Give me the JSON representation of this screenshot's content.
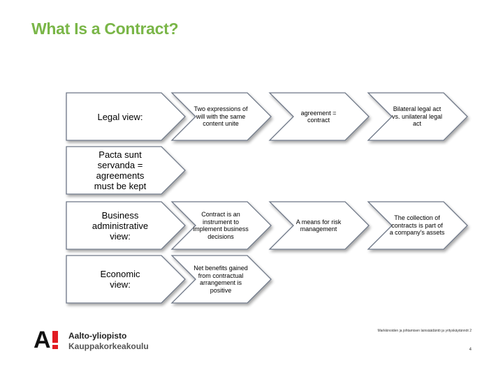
{
  "slide": {
    "title": "What Is a Contract?",
    "footer_note": "Markkinoiden ja johtamisen lainsäädäntö ja yrityskäytännöt 2",
    "page_number": "4",
    "logo": {
      "line1": "Aalto-yliopisto",
      "line2": "Kauppakorkeakoulu",
      "mark": "A!"
    }
  },
  "diagram": {
    "rows": [
      {
        "head": "Legal view:",
        "items": [
          "Two expressions of will with the same content unite",
          "agreement = contract",
          "Bilateral legal act vs. unilateral legal act"
        ]
      },
      {
        "head": "Pacta sunt servanda = agreements must be kept",
        "items": []
      },
      {
        "head": "Business administrative view:",
        "items": [
          "Contract is an instrument to implement business decisions",
          "A means for risk management",
          "The collection of contracts is part of a company's assets"
        ]
      },
      {
        "head": "Economic view:",
        "items": [
          "Net benefits gained from contractual arrangement is positive"
        ]
      }
    ]
  },
  "colors": {
    "title": "#7ab648",
    "shape_fill": "#ffffff",
    "shape_stroke": "#6e7787",
    "shadow": "#cfd3da"
  }
}
